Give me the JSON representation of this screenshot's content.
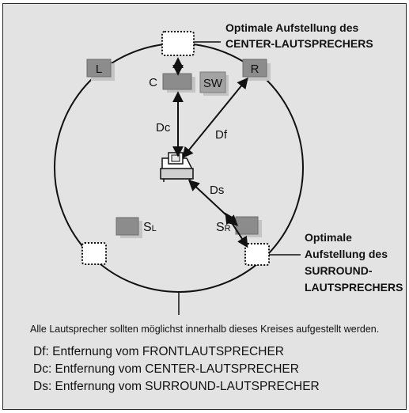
{
  "callouts": {
    "center": [
      "Optimale Aufstellung des",
      "CENTER-LAUTSPRECHERS"
    ],
    "surround": [
      "Optimale",
      "Aufstellung des",
      "SURROUND-",
      "LAUTSPRECHERS"
    ]
  },
  "speakers": {
    "left": "L",
    "right": "R",
    "center": "C",
    "subwoofer": "SW",
    "surround_left_main": "S",
    "surround_left_sub": "L",
    "surround_right_main": "S",
    "surround_right_sub": "R"
  },
  "distances": {
    "dc": "Dc",
    "df": "Df",
    "ds": "Ds"
  },
  "note": "Alle Lautsprecher sollten möglichst innerhalb dieses Kreises aufgestellt werden.",
  "legend": [
    "Df: Entfernung vom FRONTLAUTSPRECHER",
    "Dc: Entfernung vom CENTER-LAUTSPRECHER",
    "Ds: Entfernung vom SURROUND-LAUTSPRECHER"
  ],
  "colors": {
    "background": "#e3e3e3",
    "speaker_dark": "#8c8c8c",
    "speaker_shadow": "#bdbdbd",
    "ink": "#111111"
  },
  "icons": [
    "listener-seat-icon",
    "double-arrow-icon"
  ]
}
